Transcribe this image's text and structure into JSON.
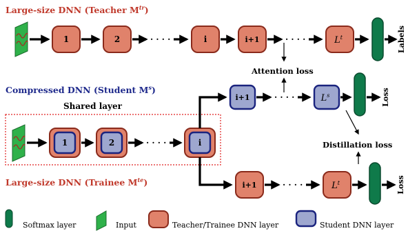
{
  "colors": {
    "teacher_text": "#c0392b",
    "student_text": "#1f2a8c",
    "teacher_fill": "#e0826b",
    "teacher_stroke": "#8a2a1b",
    "student_fill": "#9ea7cf",
    "student_stroke": "#1a237e",
    "softmax_fill": "#0f7a4a",
    "input_fill": "#2fb14a",
    "input_wave": "#b02020",
    "arrow": "#000000",
    "dotted_box": "#e02020"
  },
  "titles": {
    "teacher": "Large-size DNN (Teacher M",
    "teacher_sup": "tr",
    "student": "Compressed DNN (Student M",
    "student_sup": "s",
    "trainee": "Large-size DNN (Trainee M",
    "trainee_sup": "te",
    "close_paren": ")",
    "shared_layer": "Shared layer"
  },
  "teacher_row": {
    "layers": [
      "1",
      "2",
      "i",
      "i+1"
    ],
    "last_layer": "L",
    "last_layer_sup": "t",
    "output_label": "Labels",
    "dots": "· · · ·"
  },
  "student_branch": {
    "layers": [
      "i+1"
    ],
    "last_layer": "L",
    "last_layer_sup": "s",
    "output_label": "Loss",
    "dots": "· · · ·"
  },
  "shared_row": {
    "layers": [
      "1",
      "2",
      "i"
    ],
    "dots": "· · · ·"
  },
  "trainee_branch": {
    "layers": [
      "i+1"
    ],
    "last_layer": "L",
    "last_layer_sup": "t",
    "output_label": "Loss",
    "dots": "· · · ·"
  },
  "losses": {
    "attention": "Attention loss",
    "distillation": "Distillation loss"
  },
  "legend": {
    "softmax": "Softmax layer",
    "input": "Input",
    "teacher_layer": "Teacher/Trainee DNN layer",
    "student_layer": "Student DNN layer"
  }
}
